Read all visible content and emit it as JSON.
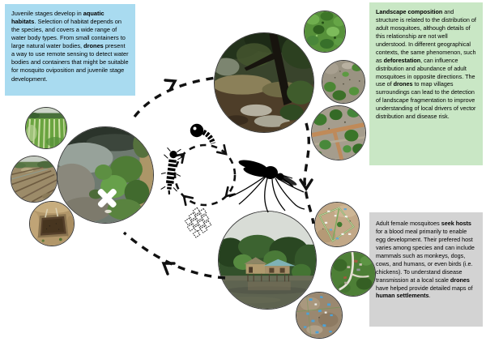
{
  "boxes": {
    "aquatic_habitats": {
      "bg": "#a9dbf0",
      "segments": [
        {
          "t": "Juvenile stages develop in "
        },
        {
          "t": "aquatic habitats",
          "b": true
        },
        {
          "t": ". Selection of habitat depends on the species, and covers a wide range of water body types. From small containers to large natural water bodies, "
        },
        {
          "t": "drones",
          "b": true
        },
        {
          "t": " present a way to use remote sensing to detect water bodies and containers that might be suitable for mosquito oviposition and juvenile stage development."
        }
      ]
    },
    "landscape_composition": {
      "bg": "#c9e7c5",
      "segments": [
        {
          "t": "Landscape composition",
          "b": true
        },
        {
          "t": " and structure is related to the distribution of adult mosquitoes, although details of this relationship are not well understood. In different geographical contexts, the same phenomenon, such as "
        },
        {
          "t": "deforestation",
          "b": true
        },
        {
          "t": ", can influence distribution and abundance of adult mosquitoes in opposite directions. The use of "
        },
        {
          "t": "drones",
          "b": true
        },
        {
          "t": " to map villages surroundings can lead to the detection of landscape fragmentation to improve understanding of local drivers of vector distribution and disease risk."
        }
      ]
    },
    "host_seeking": {
      "bg": "#d3d3d3",
      "segments": [
        {
          "t": "Adult female mosquitoes "
        },
        {
          "t": "seek hosts",
          "b": true
        },
        {
          "t": " for a blood meal primarily to enable egg development. Their prefered host varies among species and can include mammals such as monkeys, dogs, cows, and humans, or even birds (i.e. chickens). To understand disease transmission at a local scale "
        },
        {
          "t": "drones",
          "b": true
        },
        {
          "t": " have helped provide detailed maps of "
        },
        {
          "t": "human settlements",
          "b": true
        },
        {
          "t": "."
        }
      ]
    }
  },
  "lifecycle_icons": {
    "egg_raft": "mosquito-egg-raft-icon",
    "larva": "mosquito-larva-icon",
    "pupa": "mosquito-pupa-icon",
    "adult": "adult-mosquito-icon"
  },
  "photos": {
    "rice_paddy": "rice-paddy-photo",
    "dry_field": "dry-field-furrows-photo",
    "square_pond": "square-pond-photo",
    "waterbody_drone": "waterbody-with-drone-photo",
    "forest_interior": "forest-interior-photo",
    "tree_canopy": "tree-canopy-aerial-photo",
    "partial_clearing": "partial-deforestation-aerial-photo",
    "deforestation_roads": "deforestation-roads-aerial-photo",
    "village_river": "riverside-village-photo",
    "village_roads": "village-roads-aerial-photo",
    "village_trees": "village-in-trees-aerial-photo",
    "settlement_map": "settlement-blue-map-aerial-photo"
  },
  "cycle": {
    "arrow_color": "#111111",
    "direction": "clockwise"
  }
}
